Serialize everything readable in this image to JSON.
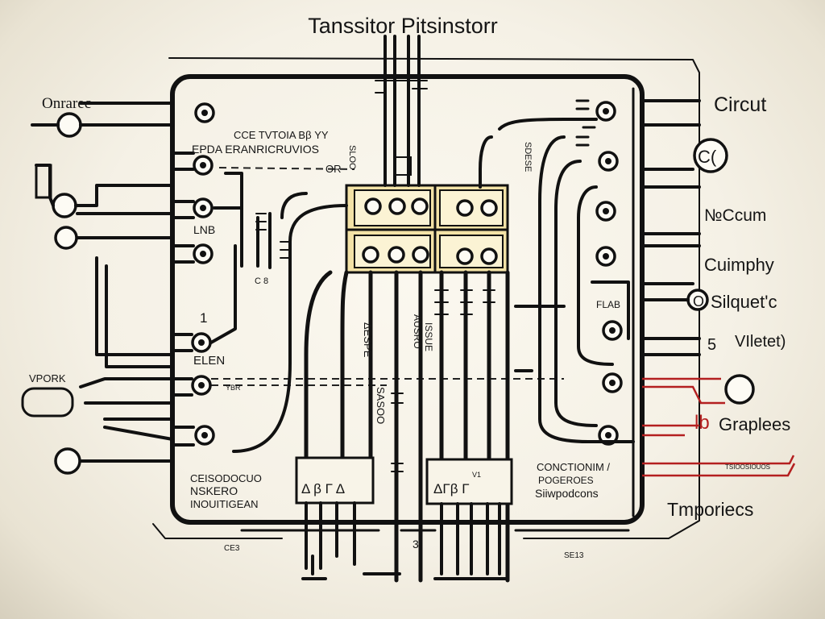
{
  "title": "Tanssitor Pitsinstorr",
  "labels": {
    "left_top": "Onrarec",
    "box_header_1": "CCE TVTOIA Bβ YY",
    "box_header_2": "EPDA ERANRICRUVIOS",
    "or_tag": "OR",
    "lnb": "LNB",
    "c8": "C 8",
    "one": "1",
    "elen": "ELEN",
    "vpork": "VPORK",
    "ybr": "YBR",
    "bottom_left_1": "CEISODOCUO",
    "bottom_left_2": "NSKERO",
    "bottom_left_3": "INOUITIGEAN",
    "bottom_right_1": "CONCTIONIM /",
    "bottom_right_2": "POGEROES",
    "bottom_right_3": "Siiwpodcons",
    "flab": "FLAB",
    "vert_1": "ΔESPE",
    "vert_2": "SASOO",
    "vert_3": "AUSRO",
    "vert_4": "ISSUE",
    "vert_5": "SDESE",
    "vert_6": "SLOO",
    "module_left": "Δ β Γ Δ",
    "module_right": "ΔΓβ Γ",
    "foot_left": "CE3",
    "foot_right": "SE13",
    "tiny_right": "TSIOOSIOUOS",
    "v1": "V1",
    "v3": "3"
  },
  "right_labels": {
    "circuit": "Circut",
    "c_symbol": "C(",
    "ccum": "№Ccum",
    "cuimphy": "Cuimphy",
    "silquet": "Silquet'c",
    "vilelet": "VIletet)",
    "o_mark": "O",
    "s_mark": "5",
    "graplees": "Graplees",
    "lb_mark": "lb",
    "tmporiecs": "Tmporiecs"
  },
  "colors": {
    "ink": "#111111",
    "paper": "#f5f1e6",
    "highlight": "#f3e2a6",
    "accent_red": "#b42020"
  }
}
